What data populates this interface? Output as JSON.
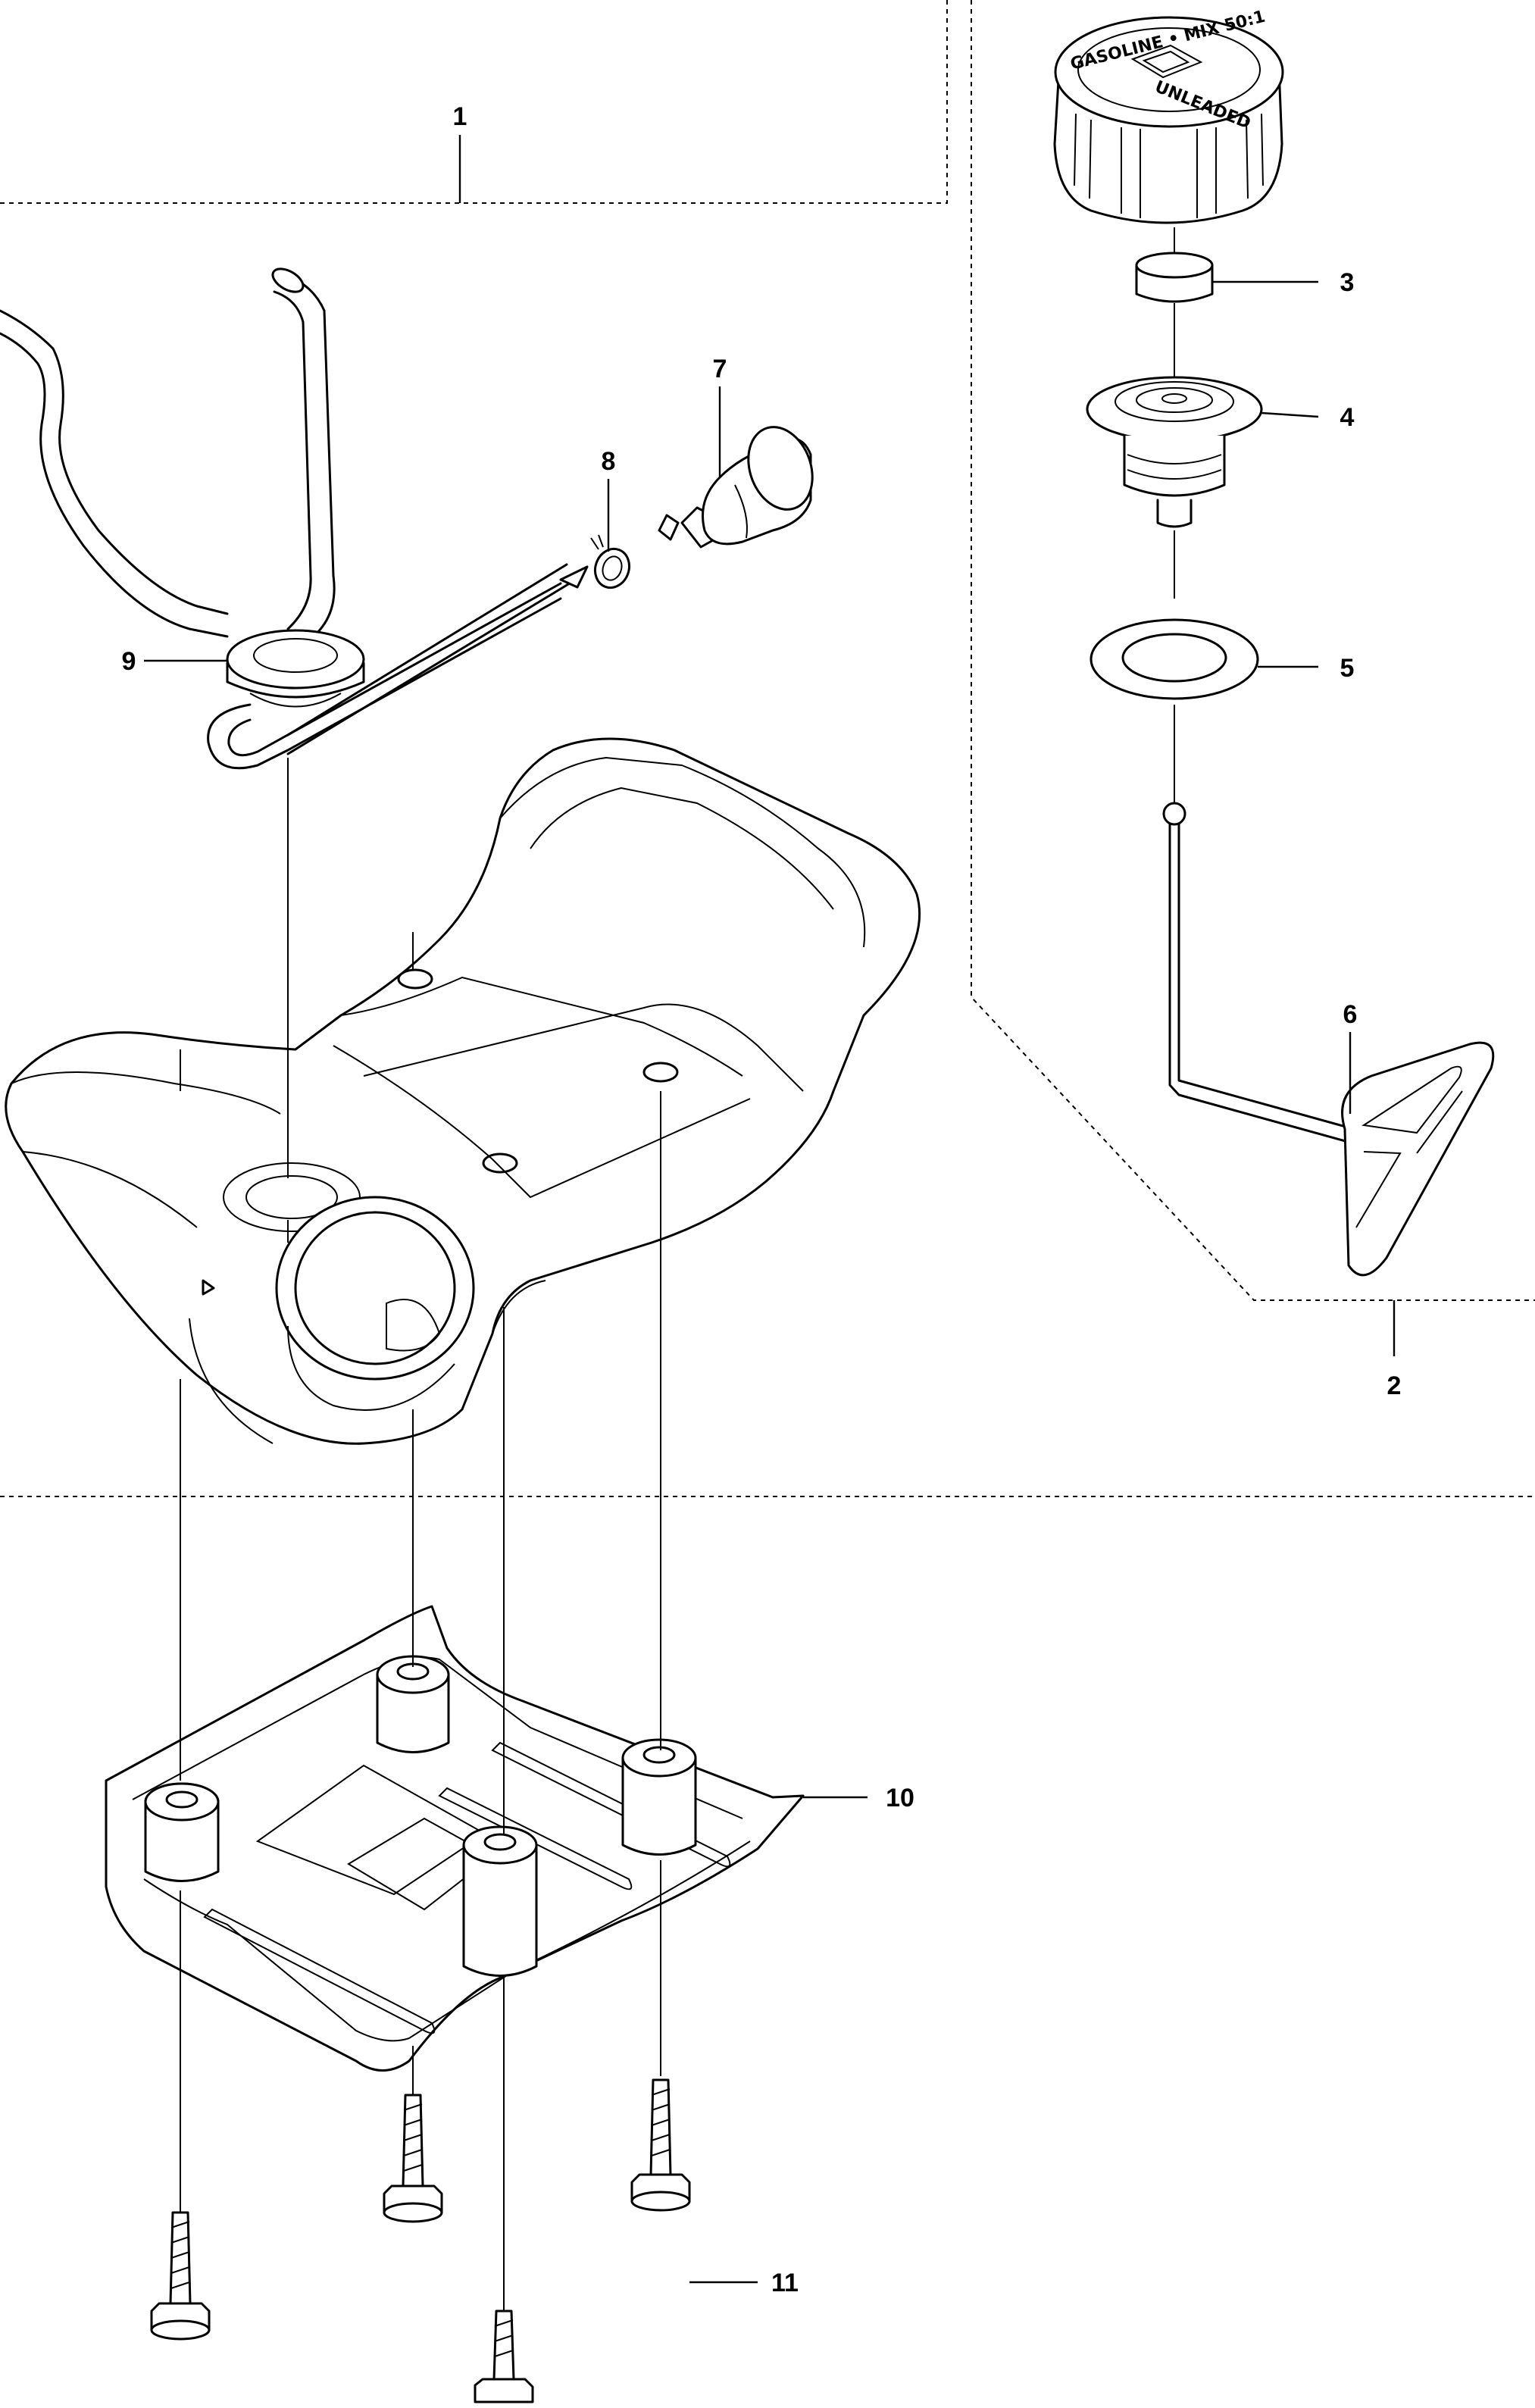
{
  "diagram": {
    "callouts": [
      "1",
      "2",
      "3",
      "4",
      "5",
      "6",
      "7",
      "8",
      "9",
      "10",
      "11"
    ],
    "cap_text": {
      "top": "GASOLINE • MIX 50:1",
      "side": "UNLEADED"
    }
  }
}
